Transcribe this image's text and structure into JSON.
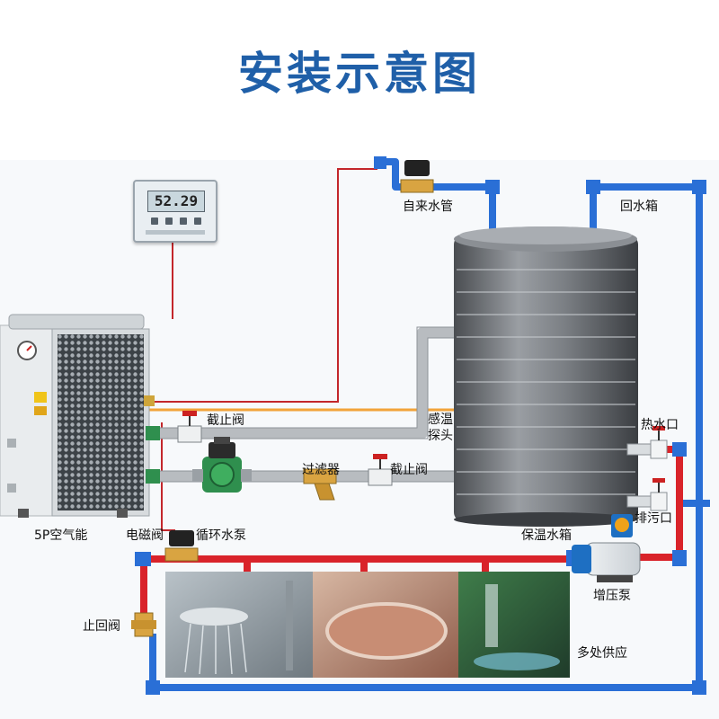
{
  "title": "安装示意图",
  "controller": {
    "display": "52.29"
  },
  "labels": {
    "tap_water_pipe": "自来水管",
    "return_tank": "回水箱",
    "shutoff_valve_top": "截止阀",
    "temp_probe_line1": "感温",
    "temp_probe_line2": "探头",
    "hot_water_outlet": "热水口",
    "filter": "过滤器",
    "shutoff_valve_mid": "截止阀",
    "drain_outlet": "排污口",
    "heat_pump": "5P空气能",
    "solenoid_valve": "电磁阀",
    "circulation_pump": "循环水泵",
    "insulated_tank": "保温水箱",
    "booster_pump": "增压泵",
    "check_valve": "止回阀",
    "multi_supply": "多处供应"
  },
  "colors": {
    "pipe_blue": "#2a6fd6",
    "pipe_red": "#d9232a",
    "pipe_gray": "#b8bcc0",
    "wire_red": "#c3262b",
    "probe_orange": "#f2a33a",
    "title_blue": "#1f5fa8",
    "brass": "#d9a441",
    "pump_green": "#2f8f4e",
    "booster_blue": "#1e6fc2"
  }
}
